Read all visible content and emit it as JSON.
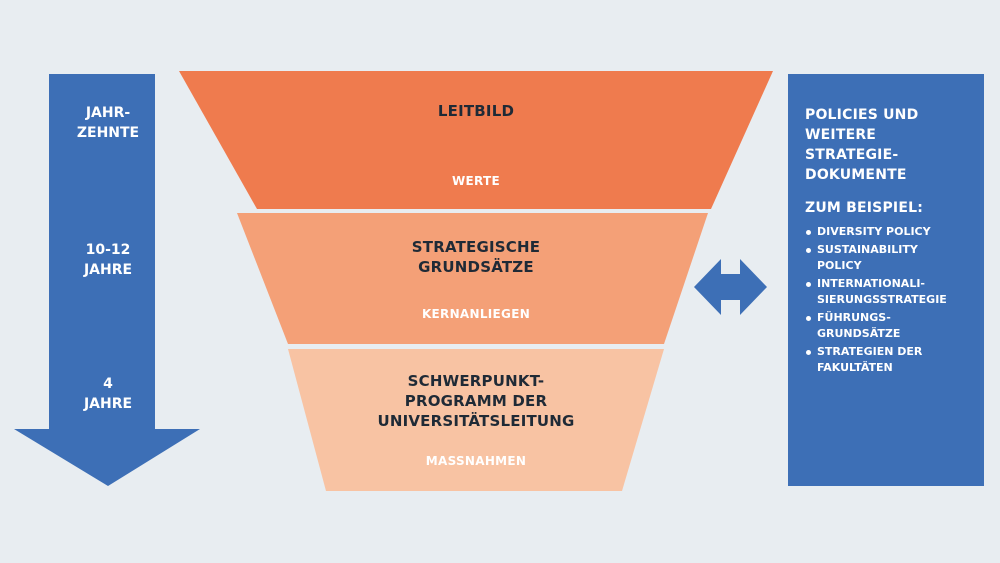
{
  "colors": {
    "background": "#e8edf1",
    "arrow_blue": "#3d6fb6",
    "level1": "#ef7b4e",
    "level2": "#f4a077",
    "level3": "#f8c3a3"
  },
  "timeline": {
    "labels": [
      "JAHR-\nZEHNTE",
      "10-12\nJAHRE",
      "4\nJAHRE"
    ]
  },
  "funnel": {
    "levels": [
      {
        "title": "LEITBILD",
        "subtitle": "WERTE"
      },
      {
        "title": "STRATEGISCHE\nGRUNDSÄTZE",
        "subtitle": "KERNANLIEGEN"
      },
      {
        "title": "SCHWERPUNKT-\nPROGRAMM DER\nUNIVERSITÄTSLEITUNG",
        "subtitle": "MASSNAHMEN"
      }
    ]
  },
  "connector": {
    "icon": "double-arrow-icon"
  },
  "policies": {
    "heading": "POLICIES UND\nWEITERE\nSTRATEGIE-\nDOKUMENTE",
    "subheading": "ZUM BEISPIEL:",
    "items": [
      "DIVERSITY POLICY",
      "SUSTAINABILITY\nPOLICY",
      "INTERNATIONALI-\nSIERUNGSSTRATEGIE",
      "FÜHRUNGS-\nGRUNDSÄTZE",
      "STRATEGIEN DER\nFAKULTÄTEN"
    ]
  }
}
